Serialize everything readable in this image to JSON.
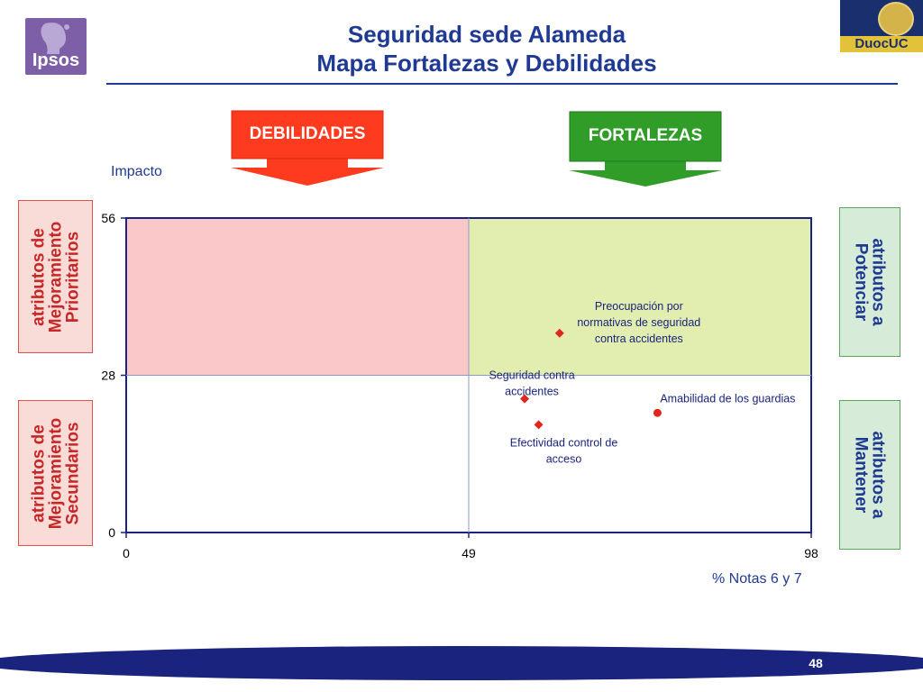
{
  "header": {
    "title_line1": "Seguridad sede Alameda",
    "title_line2": "Mapa Fortalezas y Debilidades",
    "logo_left": "Ipsos",
    "logo_right": "DuocUC"
  },
  "banners": {
    "weak": "DEBILIDADES",
    "strong": "FORTALEZAS"
  },
  "side_labels": {
    "top_left": [
      "atributos de",
      "Mejoramiento",
      "Prioritarios"
    ],
    "bottom_left": [
      "atributos de",
      "Mejoramiento",
      "Secundarios"
    ],
    "top_right": [
      "atributos a",
      "Potenciar"
    ],
    "bottom_right": [
      "atributos a",
      "Mantener"
    ]
  },
  "colors": {
    "title": "#1f3a93",
    "weak_zone": "#fac8c8",
    "strong_zone": "#e2eeb0",
    "weak_arrow": "#ff3b1f",
    "strong_arrow": "#2f9d27",
    "point": "#e0271b"
  },
  "chart_data": {
    "type": "scatter",
    "ylabel": "Impacto",
    "xlabel": "% Notas 6 y 7",
    "xlim": [
      0,
      98
    ],
    "ylim": [
      0,
      56
    ],
    "x_ticks": [
      "0",
      "49",
      "98"
    ],
    "y_ticks": [
      "0",
      "28",
      "56"
    ],
    "x_divider": 49,
    "y_divider": 28,
    "points": [
      {
        "label": [
          "Preocupación por",
          "normativas de seguridad",
          "contra accidentes"
        ],
        "x": 62,
        "y": 35.5,
        "marker": "diamond"
      },
      {
        "label": [
          "Seguridad contra",
          "accidentes"
        ],
        "x": 57,
        "y": 23.8,
        "marker": "diamond"
      },
      {
        "label": [
          "Efectividad control de",
          "acceso"
        ],
        "x": 59,
        "y": 19.2,
        "marker": "diamond"
      },
      {
        "label": [
          "Amabilidad de los guardias"
        ],
        "x": 76,
        "y": 21.3,
        "marker": "circle"
      }
    ]
  },
  "footer": {
    "page": "48"
  }
}
